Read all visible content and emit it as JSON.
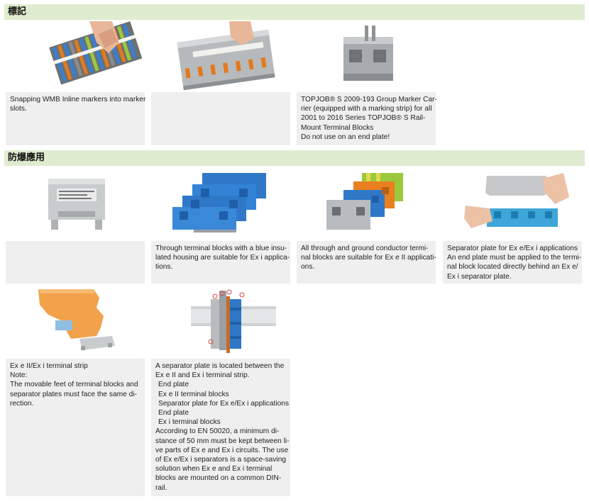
{
  "sections": {
    "marking": {
      "title": "標記"
    },
    "explosion": {
      "title": "防爆應用"
    }
  },
  "marking_items": [
    {
      "image": "wmb-marker-snapping-photo",
      "lines": [
        "Snapping WMB Inline markers into marker",
        "slots."
      ]
    },
    {
      "image": "terminal-block-marker-strip-photo",
      "lines": []
    },
    {
      "image": "group-marker-carrier-photo",
      "lines": [
        "TOPJOB® S 2009-193 Group Marker Car-",
        "rier (equipped with a marking strip) for all",
        "2001 to 2016 Series TOPJOB® S Rail-",
        "Mount Terminal Blocks",
        "Do not use on an end plate!"
      ]
    }
  ],
  "ex_items": [
    {
      "image": "gray-terminal-block-photo",
      "lines": []
    },
    {
      "image": "blue-terminal-blocks-photo",
      "lines": [
        "Through terminal blocks with a blue insu-",
        "lated housing are suitable for Ex i applica-",
        "tions."
      ]
    },
    {
      "image": "mixed-terminal-blocks-photo",
      "lines": [
        "All through and ground conductor termi-",
        "nal blocks are suitable for Ex e II applicati-",
        "ons."
      ]
    },
    {
      "image": "separator-plate-hand-photo",
      "lines": [
        "Separator plate for Ex e/Ex i applications",
        "An end plate must be applied to the termi-",
        "nal block located directly behind an Ex e/",
        "Ex i separator plate."
      ]
    },
    {
      "image": "orange-separator-plate-photo",
      "lines": [
        "Ex e II/Ex i terminal strip",
        "Note:",
        "The movable feet of terminal blocks and",
        "separator plates must face the same di-",
        "rection."
      ]
    },
    {
      "image": "din-rail-diagram",
      "lines": [
        "A separator plate is located between the",
        "Ex e II and Ex i terminal strip.",
        "End plate",
        "Ex e II terminal blocks",
        "Separator plate for Ex e/Ex i applications",
        "End plate",
        "Ex i terminal blocks",
        "According to EN 50020, a minimum di-",
        "stance of 50 mm must be kept between li-",
        "ve parts of Ex e and Ex i circuits. The use",
        "of Ex e/Ex i separators is a space-saving",
        "solution when Ex e and Ex i terminal",
        "blocks are mounted on a common DIN-",
        "rail."
      ]
    }
  ],
  "colors": {
    "section_bg": "#dfeccf",
    "caption_bg": "#efefef",
    "terminal_blue": "#2f78c8",
    "terminal_orange": "#e97f1e",
    "terminal_gray": "#b9bcbe",
    "ground_green": "#9bc83c"
  }
}
